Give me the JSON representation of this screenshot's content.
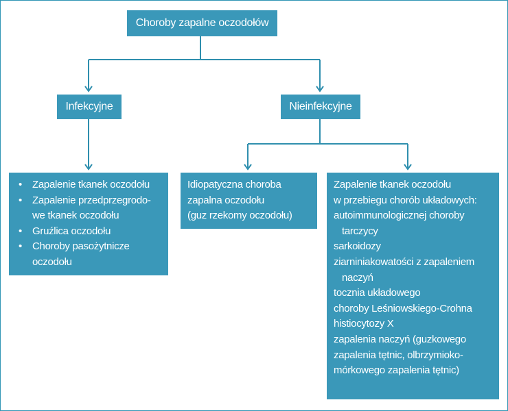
{
  "diagram": {
    "root": "Choroby zapalne oczodołów",
    "branches": {
      "infectious": "Infekcyjne",
      "noninfectious": "Nieinfekcyjne"
    },
    "infectious_items": [
      "Zapalenie tkanek oczodołu",
      "Zapalenie przedprzegrodo-\nwe tkanek oczodołu",
      "Gruźlica oczodołu",
      "Choroby pasożytnicze\noczodołu"
    ],
    "idiopathic_lines": [
      "Idiopatyczna choroba",
      "zapalna oczodołu",
      "(guz rzekomy oczodołu)"
    ],
    "systemic_lines": [
      "Zapalenie tkanek oczodołu",
      "w przebiegu chorób układowych:",
      "autoimmunologicznej choroby",
      "tarczycy",
      "sarkoidozy",
      "ziarniniakowatości z zapaleniem",
      "naczyń",
      "tocznia układowego",
      "choroby Leśniowskiego-Crohna",
      "histiocytozy X",
      "zapalenia naczyń (guzkowego",
      "zapalenia tętnic, olbrzymioko-",
      "mórkowego zapalenia tętnic)"
    ],
    "colors": {
      "box_fill": "#3a98b9",
      "connector": "#2f8fae",
      "text": "#ffffff"
    }
  }
}
